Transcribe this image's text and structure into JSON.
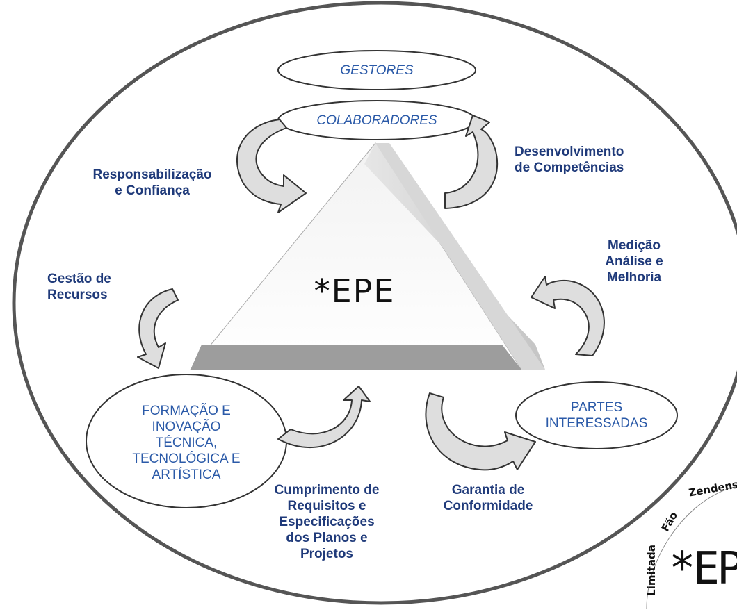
{
  "center": {
    "title": "*EPE"
  },
  "ovals": {
    "gestores": "GESTORES",
    "colaboradores": "COLABORADORES",
    "formacao": "FORMAÇÃO E\nINOVAÇÃO\nTÉCNICA,\nTECNOLÓGICA E\nARTÍSTICA",
    "partes": "PARTES\nINTERESSADAS"
  },
  "labels": {
    "responsabilizacao": "Responsabilização\ne Confiança",
    "desenvolvimento": "Desenvolvimento\nde Competências",
    "medicao": "Medição\nAnálise e\nMelhoria",
    "gestao_recursos": "Gestão de\nRecursos",
    "cumprimento": "Cumprimento de\nRequisitos e\nEspecificações\ndos Planos e\nProjetos",
    "garantia": "Garantia de\nConformidade"
  },
  "stamp": {
    "ring_text_1": "Zendensi",
    "ring_text_2": "Fão",
    "ring_text_3": "Limitada",
    "big_text": "*EP"
  },
  "colors": {
    "text_blue": "#1f3a7a",
    "oval_text_blue": "#2b5aa8",
    "arrow_fill": "#d9d9d9",
    "triangle_shade": "#bdbdbd"
  }
}
